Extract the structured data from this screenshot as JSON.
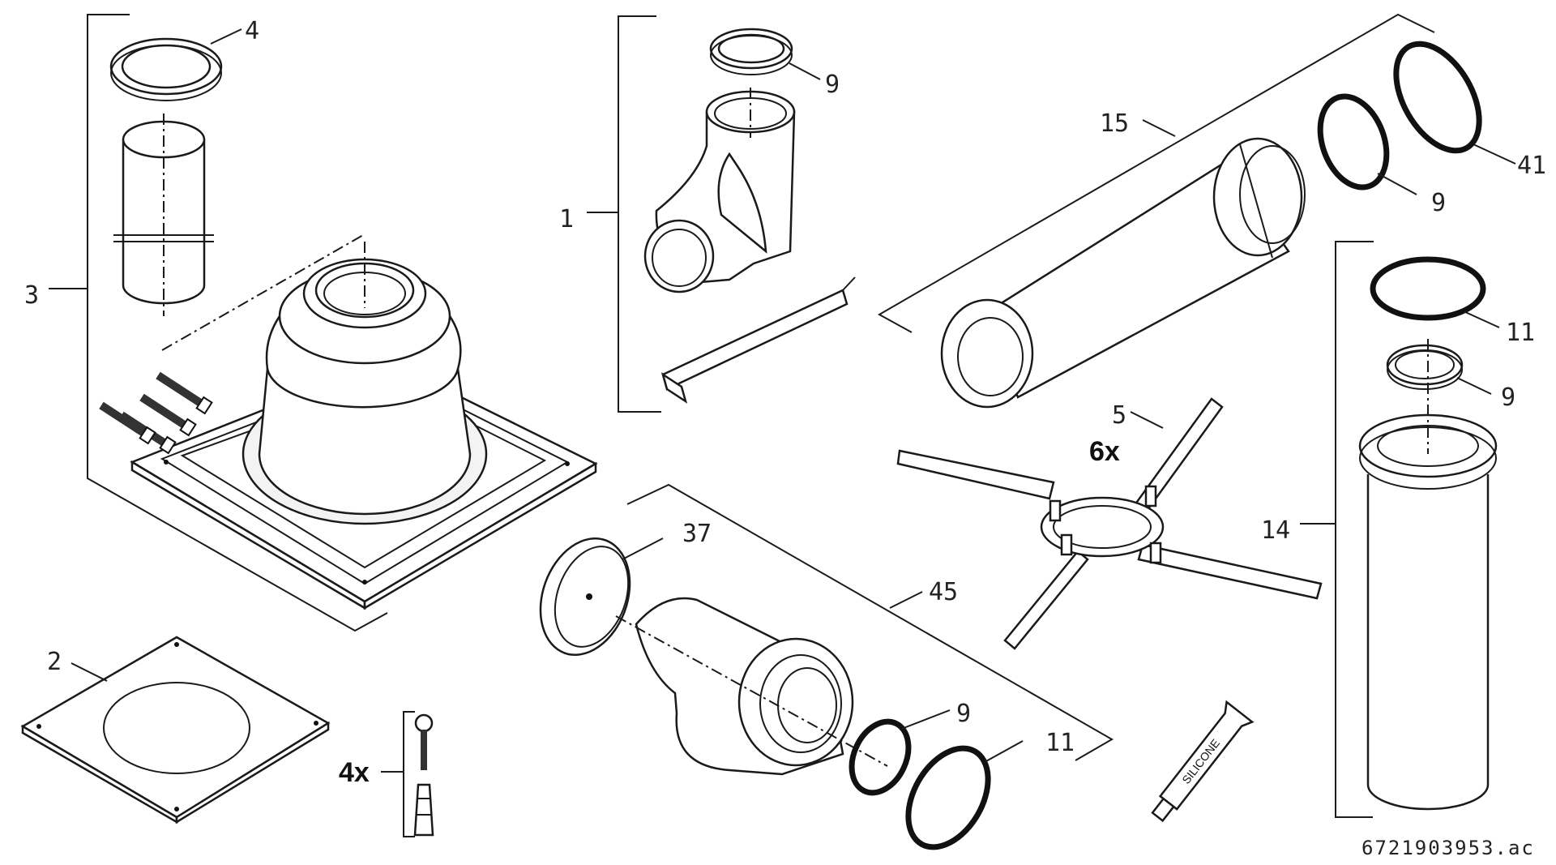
{
  "callouts": {
    "c1": "1",
    "c2": "2",
    "c3": "3",
    "c4": "4",
    "c5": "5",
    "c9a": "9",
    "c9b": "9",
    "c9c": "9",
    "c9d": "9",
    "c11a": "11",
    "c11b": "11",
    "c14": "14",
    "c15": "15",
    "c37": "37",
    "c41": "41",
    "c45": "45"
  },
  "quantities": {
    "screws_plugs": "4x",
    "spider_clamps": "6x"
  },
  "tube_label": "SILICONE",
  "document_id": "6721903953.ac"
}
